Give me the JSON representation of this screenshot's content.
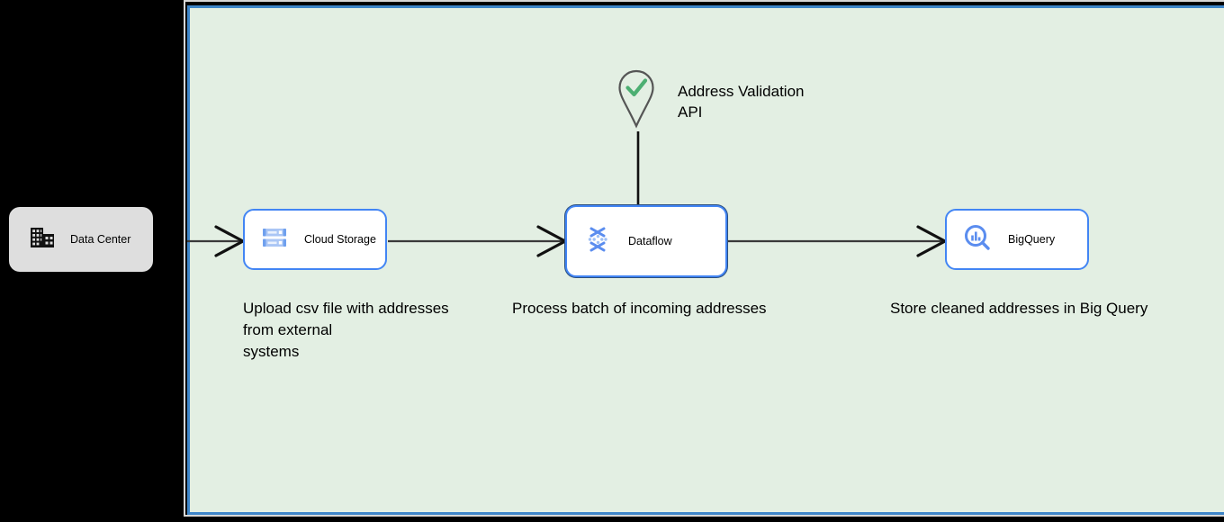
{
  "canvas": {
    "background_color": "#e3efe3",
    "border_color": "#3d85c8",
    "outer_frame_color": "#d7d7d7"
  },
  "nodes": {
    "data_center": {
      "label": "Data Center",
      "icon": "building-icon",
      "fill_color": "#dedede",
      "text_color": "#000000"
    },
    "cloud_storage": {
      "label": "Cloud Storage",
      "icon": "cloud-storage-icon",
      "border_color": "#4285f4",
      "fill_color": "#ffffff"
    },
    "dataflow": {
      "label": "Dataflow",
      "icon": "dataflow-icon",
      "border_color": "#4285f4",
      "fill_color": "#ffffff",
      "selected": true
    },
    "bigquery": {
      "label": "BigQuery",
      "icon": "bigquery-icon",
      "border_color": "#4285f4",
      "fill_color": "#ffffff"
    },
    "address_validation": {
      "label": "Address Validation\nAPI",
      "icon": "map-pin-check-icon",
      "check_color": "#4caf72",
      "pin_color": "#555555"
    }
  },
  "captions": {
    "cloud_storage": "Upload csv file with addresses\nfrom external\nsystems",
    "dataflow": "Process batch of incoming addresses",
    "bigquery": "Store cleaned addresses in Big Query"
  },
  "connectors": [
    {
      "name": "data-center-to-cloud-storage",
      "from": "Data Center",
      "to": "Cloud Storage"
    },
    {
      "name": "cloud-storage-to-dataflow",
      "from": "Cloud Storage",
      "to": "Dataflow"
    },
    {
      "name": "dataflow-to-bigquery",
      "from": "Dataflow",
      "to": "BigQuery"
    },
    {
      "name": "address-validation-to-dataflow",
      "from": "Address Validation API",
      "to": "Dataflow"
    }
  ]
}
